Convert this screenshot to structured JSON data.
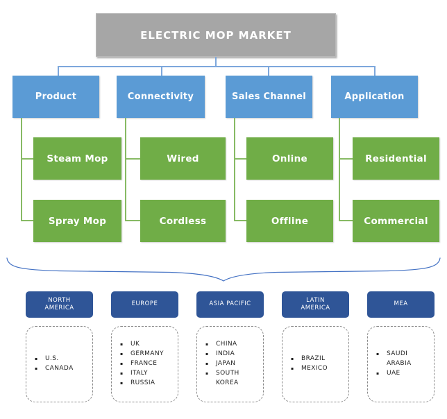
{
  "title": "ELECTRIC MOP MARKET",
  "colors": {
    "title_box": "#a6a6a6",
    "segment_box": "#5b9bd5",
    "child_box": "#70ad47",
    "region_box": "#2f5597",
    "tree_connector": "#7da7dc",
    "child_connector": "#87ba64",
    "brace": "#4472c4",
    "text_on_boxes": "#ffffff",
    "country_text": "#1f1f1f"
  },
  "segments": [
    {
      "label": "Product",
      "children": [
        "Steam Mop",
        "Spray Mop"
      ]
    },
    {
      "label": "Connectivity",
      "children": [
        "Wired",
        "Cordless"
      ]
    },
    {
      "label": "Sales Channel",
      "children": [
        "Online",
        "Offline"
      ]
    },
    {
      "label": "Application",
      "children": [
        "Residential",
        "Commercial"
      ]
    }
  ],
  "regions": [
    {
      "label": "NORTH\nAMERICA",
      "countries": [
        "U.S.",
        "CANADA"
      ]
    },
    {
      "label": "EUROPE",
      "countries": [
        "UK",
        "GERMANY",
        "FRANCE",
        "ITALY",
        "RUSSIA"
      ]
    },
    {
      "label": "ASIA PACIFIC",
      "countries": [
        "CHINA",
        "INDIA",
        "JAPAN",
        "SOUTH KOREA"
      ]
    },
    {
      "label": "LATIN\nAMERICA",
      "countries": [
        "BRAZIL",
        "MEXICO"
      ]
    },
    {
      "label": "MEA",
      "countries": [
        "SAUDI ARABIA",
        "UAE"
      ]
    }
  ]
}
